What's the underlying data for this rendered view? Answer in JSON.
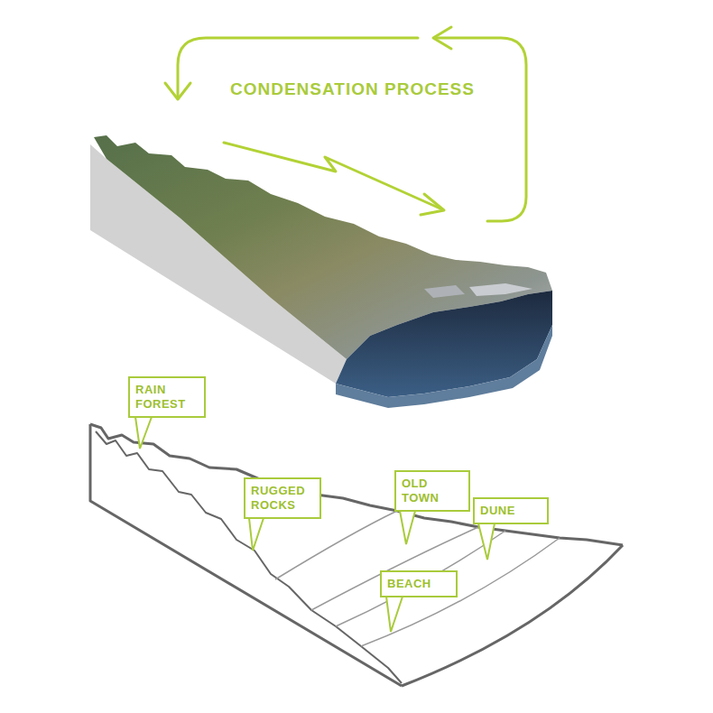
{
  "diagram": {
    "title": "CONDENSATION PROCESS",
    "nodes": [
      {
        "text": [
          "RAIN FOREST"
        ]
      },
      {
        "text": [
          "RUGGED ROCKS"
        ]
      },
      {
        "text": [
          "OLD TOWN"
        ]
      },
      {
        "text": [
          "DUNE"
        ]
      },
      {
        "text": [
          "BEACH"
        ]
      }
    ]
  }
}
